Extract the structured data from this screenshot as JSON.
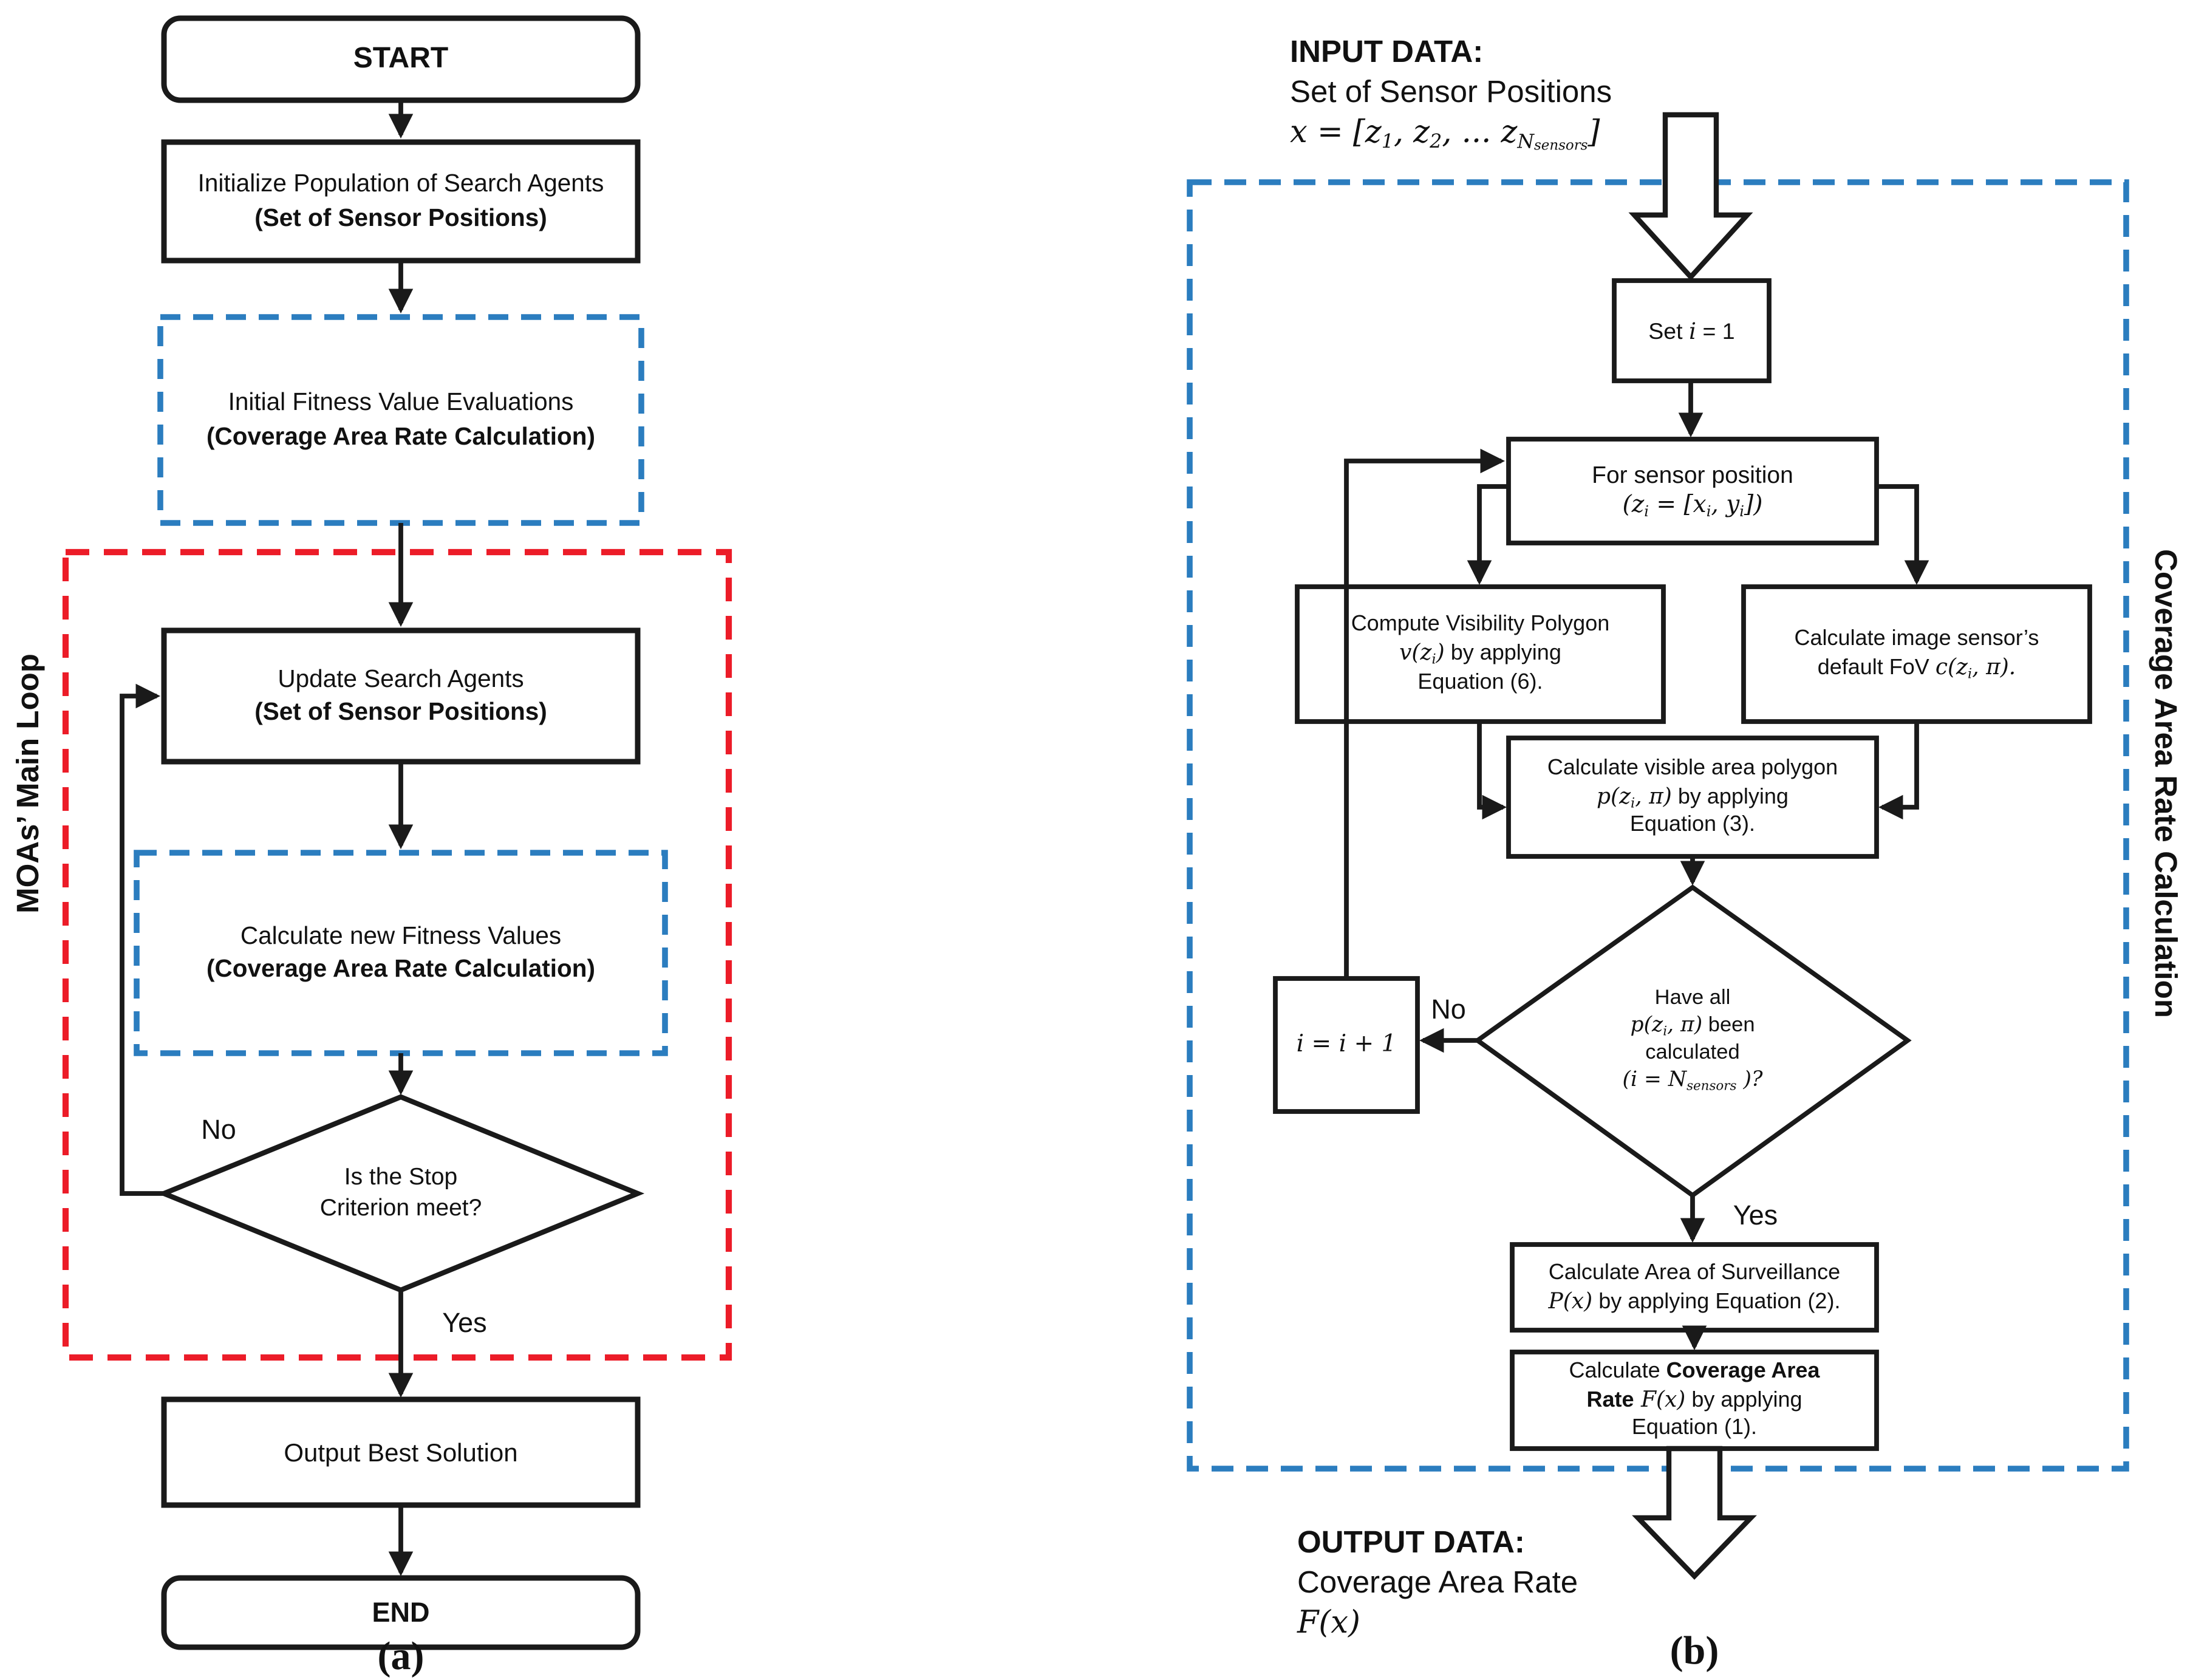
{
  "colors": {
    "accent_blue": "#2b7dbf",
    "accent_red": "#ec1c28",
    "ink_black": "#1a1a1a"
  },
  "chart_a": {
    "caption": "(a)",
    "loop_label": "MOAs’ Main Loop",
    "start_label": "START",
    "init_l1": "Initialize Population of Search Agents",
    "init_l2": "(Set of Sensor Positions)",
    "fitness1_l1": "Initial Fitness Value Evaluations",
    "fitness1_l2": "(Coverage Area Rate Calculation)",
    "update_l1": "Update Search Agents",
    "update_l2": "(Set of Sensor Positions)",
    "fitness2_l1": "Calculate new Fitness Values",
    "fitness2_l2": "(Coverage Area Rate Calculation)",
    "diamond_l1": "Is the Stop",
    "diamond_l2": "Criterion meet?",
    "no_label": "No",
    "yes_label": "Yes",
    "output_label": "Output Best Solution",
    "end_label": "END"
  },
  "chart_b": {
    "caption": "(b)",
    "region_label": "Coverage Area Rate Calculation",
    "input_title": "INPUT DATA:",
    "input_sub": "Set of Sensor Positions",
    "input_math": {
      "m1": "x = [z",
      "s1": "1",
      "m2": ", z",
      "s2": "2",
      "m3": ", ... z",
      "s3": "N",
      "ss": "sensors",
      "m4": "]"
    },
    "set_i": {
      "t1": "Set ",
      "m1": "i",
      "t2": " = 1"
    },
    "for_box": {
      "l1": "For sensor position",
      "m1": "(z",
      "s1": "i",
      "m2": " = [x",
      "s2": "i",
      "m3": ", y",
      "s3": "i",
      "m4": "])"
    },
    "compute": {
      "l1": "Compute Visibility Polygon",
      "m1": "v(z",
      "s1": "i",
      "m2": ")",
      "t1": " by applying",
      "l3": "Equation (6)."
    },
    "fov": {
      "l1": "Calculate image sensor’s",
      "t1": "default FoV ",
      "m1": "c(z",
      "s1": "i",
      "m2": ", π)."
    },
    "merge": {
      "l1": "Calculate visible area polygon",
      "m1": "p(z",
      "s1": "i",
      "m2": ", π)",
      "t1": " by applying",
      "l3": "Equation (3)."
    },
    "diamond": {
      "l1": "Have all",
      "m1": "p(z",
      "s1": "i",
      "m2": ", π)",
      "t1": " been",
      "l3": "calculated",
      "m3": "(i = N",
      "s3": "sensors",
      "m4": " )?"
    },
    "no_label": "No",
    "yes_label": "Yes",
    "iplus_math": "i = i + 1",
    "surv": {
      "l1": "Calculate Area of Surveillance",
      "m1": "P(x)",
      "t1": " by applying Equation (2)."
    },
    "rate": {
      "t1": "Calculate ",
      "b1": "Coverage Area",
      "b2": "Rate",
      "m1": " F(x)",
      "t2": " by applying",
      "l3": "Equation (1)."
    },
    "output_title": "OUTPUT DATA:",
    "output_sub": "Coverage Area Rate",
    "output_math": "F(x)"
  }
}
